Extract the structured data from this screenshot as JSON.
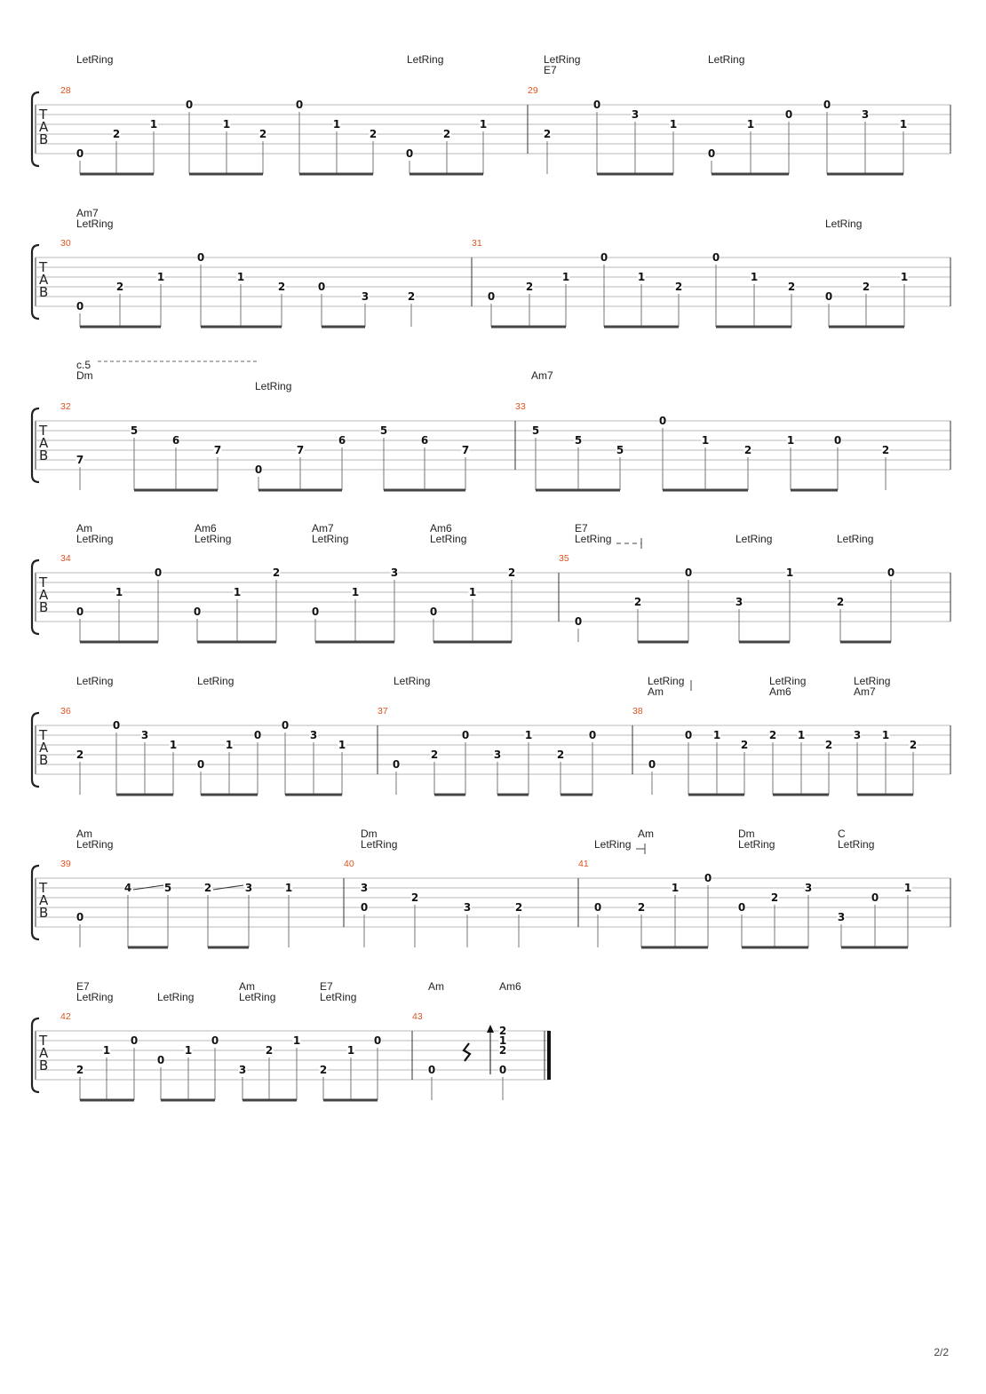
{
  "page_number": "2/2",
  "tab_clef": [
    "T",
    "A",
    "B"
  ],
  "systems": [
    {
      "annotations": [
        {
          "t": "LetRing"
        },
        {
          "t": "LetRing"
        },
        {
          "t": "LetRing"
        },
        {
          "t": "E7"
        },
        {
          "t": "LetRing"
        }
      ],
      "measures": [
        {
          "number": "28",
          "notes": [
            [
              "0"
            ],
            [
              "2"
            ],
            [
              "1"
            ],
            [
              "0"
            ],
            [
              "1"
            ],
            [
              "2"
            ],
            [
              "0"
            ],
            [
              "1"
            ],
            [
              "2"
            ],
            [
              "0"
            ],
            [
              "2"
            ],
            [
              "1"
            ]
          ]
        },
        {
          "number": "29",
          "notes": [
            [
              "2"
            ],
            [
              "0"
            ],
            [
              "3"
            ],
            [
              "1"
            ],
            [
              "0"
            ],
            [
              "1"
            ],
            [
              "0"
            ],
            [
              "0"
            ],
            [
              "3"
            ],
            [
              "1"
            ]
          ]
        }
      ]
    },
    {
      "annotations": [
        {
          "t": "Am7"
        },
        {
          "t": "LetRing"
        },
        {
          "t": "LetRing"
        }
      ],
      "measures": [
        {
          "number": "30",
          "notes": [
            [
              "0"
            ],
            [
              "2"
            ],
            [
              "1"
            ],
            [
              "0"
            ],
            [
              "1"
            ],
            [
              "2"
            ],
            [
              "0"
            ],
            [
              "3"
            ],
            [
              "2"
            ]
          ]
        },
        {
          "number": "31",
          "notes": [
            [
              "0"
            ],
            [
              "2"
            ],
            [
              "1"
            ],
            [
              "0"
            ],
            [
              "1"
            ],
            [
              "2"
            ],
            [
              "0"
            ],
            [
              "1"
            ],
            [
              "2"
            ],
            [
              "0"
            ],
            [
              "2"
            ],
            [
              "1"
            ]
          ]
        }
      ]
    },
    {
      "annotations": [
        {
          "t": "c.5"
        },
        {
          "t": "Dm"
        },
        {
          "t": "LetRing"
        },
        {
          "t": "Am7"
        }
      ],
      "measures": [
        {
          "number": "32",
          "notes": [
            [
              "7"
            ],
            [
              "5"
            ],
            [
              "6"
            ],
            [
              "7"
            ],
            [
              "0"
            ],
            [
              "7"
            ],
            [
              "6"
            ],
            [
              "5"
            ],
            [
              "6"
            ],
            [
              "7"
            ]
          ]
        },
        {
          "number": "33",
          "notes": [
            [
              "5"
            ],
            [
              "5"
            ],
            [
              "5"
            ],
            [
              "0"
            ],
            [
              "1"
            ],
            [
              "2"
            ],
            [
              "1"
            ],
            [
              "0"
            ],
            [
              "2"
            ]
          ]
        }
      ]
    },
    {
      "annotations": [
        {
          "t": "Am"
        },
        {
          "t": "LetRing"
        },
        {
          "t": "Am6"
        },
        {
          "t": "LetRing"
        },
        {
          "t": "Am7"
        },
        {
          "t": "LetRing"
        },
        {
          "t": "Am6"
        },
        {
          "t": "LetRing"
        },
        {
          "t": "E7"
        },
        {
          "t": "LetRing"
        },
        {
          "t": "LetRing"
        },
        {
          "t": "LetRing"
        }
      ],
      "measures": [
        {
          "number": "34",
          "notes": [
            [
              "0"
            ],
            [
              "1"
            ],
            [
              "0"
            ],
            [
              "0"
            ],
            [
              "1"
            ],
            [
              "2"
            ],
            [
              "0"
            ],
            [
              "1"
            ],
            [
              "3"
            ],
            [
              "0"
            ],
            [
              "1"
            ],
            [
              "2"
            ]
          ]
        },
        {
          "number": "35",
          "notes": [
            [
              "0"
            ],
            [
              "2"
            ],
            [
              "0"
            ],
            [
              "3"
            ],
            [
              "1"
            ],
            [
              "2"
            ],
            [
              "0"
            ]
          ]
        }
      ]
    },
    {
      "annotations": [
        {
          "t": "LetRing"
        },
        {
          "t": "LetRing"
        },
        {
          "t": "LetRing"
        },
        {
          "t": "LetRing"
        },
        {
          "t": "Am"
        },
        {
          "t": "LetRing"
        },
        {
          "t": "Am6"
        },
        {
          "t": "LetRing"
        },
        {
          "t": "Am7"
        }
      ],
      "measures": [
        {
          "number": "36",
          "notes": [
            [
              "2"
            ],
            [
              "0"
            ],
            [
              "3"
            ],
            [
              "1"
            ],
            [
              "0"
            ],
            [
              "1"
            ],
            [
              "0"
            ],
            [
              "0"
            ],
            [
              "3"
            ],
            [
              "1"
            ]
          ]
        },
        {
          "number": "37",
          "notes": [
            [
              "0"
            ],
            [
              "2"
            ],
            [
              "0"
            ],
            [
              "3"
            ],
            [
              "1"
            ],
            [
              "2"
            ],
            [
              "0"
            ]
          ]
        },
        {
          "number": "38",
          "notes": [
            [
              "0"
            ],
            [
              "0"
            ],
            [
              "1"
            ],
            [
              "2"
            ],
            [
              "2"
            ],
            [
              "1"
            ],
            [
              "2"
            ],
            [
              "3"
            ],
            [
              "1"
            ],
            [
              "2"
            ]
          ]
        }
      ]
    },
    {
      "annotations": [
        {
          "t": "Am"
        },
        {
          "t": "LetRing"
        },
        {
          "t": "Dm"
        },
        {
          "t": "LetRing"
        },
        {
          "t": "LetRing"
        },
        {
          "t": "Am"
        },
        {
          "t": "Dm"
        },
        {
          "t": "LetRing"
        },
        {
          "t": "C"
        },
        {
          "t": "LetRing"
        }
      ],
      "measures": [
        {
          "number": "39",
          "notes": [
            [
              "0"
            ],
            [
              "4"
            ],
            [
              "5"
            ],
            [
              "2"
            ],
            [
              "3"
            ],
            [
              "1"
            ]
          ]
        },
        {
          "number": "40",
          "notes": [
            [
              "3",
              "0"
            ],
            [
              "2"
            ],
            [
              "3"
            ],
            [
              "2"
            ]
          ]
        },
        {
          "number": "41",
          "notes": [
            [
              "0"
            ],
            [
              "2"
            ],
            [
              "1"
            ],
            [
              "0"
            ],
            [
              "0"
            ],
            [
              "2"
            ],
            [
              "3"
            ],
            [
              "3"
            ],
            [
              "0"
            ],
            [
              "1"
            ]
          ]
        }
      ]
    },
    {
      "annotations": [
        {
          "t": "E7"
        },
        {
          "t": "LetRing"
        },
        {
          "t": "LetRing"
        },
        {
          "t": "Am"
        },
        {
          "t": "LetRing"
        },
        {
          "t": "E7"
        },
        {
          "t": "LetRing"
        },
        {
          "t": "Am"
        },
        {
          "t": "Am6"
        }
      ],
      "measures": [
        {
          "number": "42",
          "notes": [
            [
              "2"
            ],
            [
              "1"
            ],
            [
              "0"
            ],
            [
              "0"
            ],
            [
              "1"
            ],
            [
              "0"
            ],
            [
              "3"
            ],
            [
              "2"
            ],
            [
              "1"
            ],
            [
              "2"
            ],
            [
              "1"
            ],
            [
              "0"
            ]
          ]
        },
        {
          "number": "43",
          "notes": [
            [
              "0"
            ],
            [
              "2",
              "1",
              "2",
              "0"
            ]
          ]
        }
      ]
    }
  ]
}
